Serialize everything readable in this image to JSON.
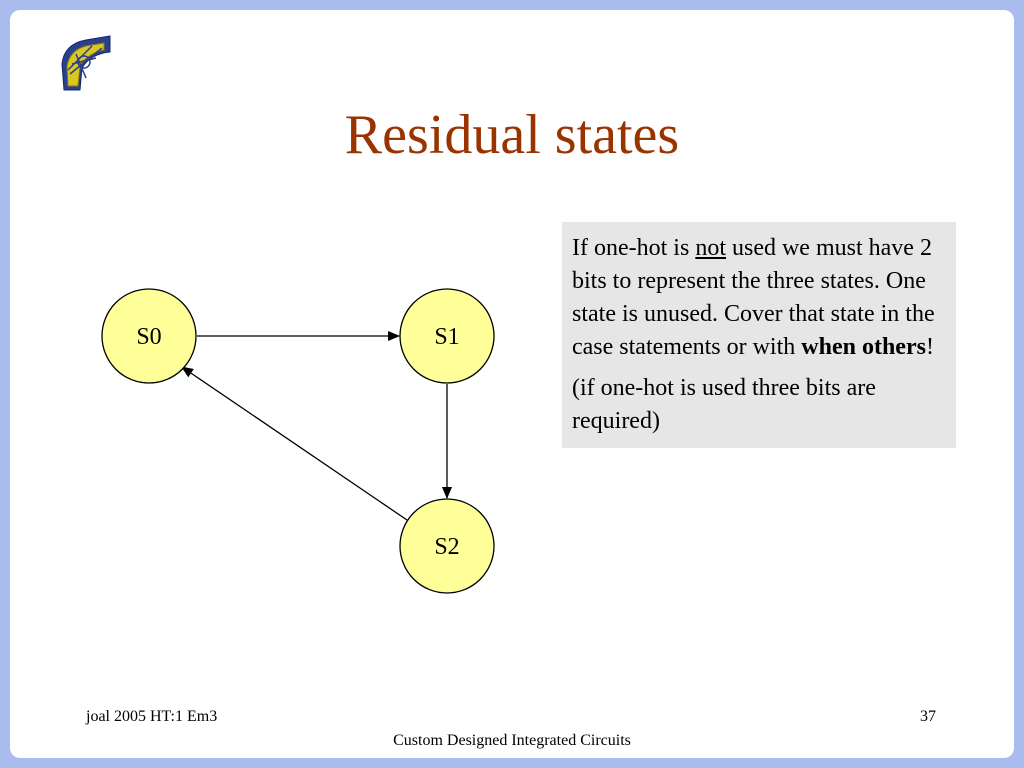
{
  "slide": {
    "title": "Residual states",
    "logo": "university-crest-icon",
    "colors": {
      "frame": "#aabbee",
      "title": "#993300",
      "state_fill": "#ffff99",
      "note_bg": "#e6e6e6"
    }
  },
  "diagram": {
    "states": [
      {
        "id": "S0",
        "label": "S0"
      },
      {
        "id": "S1",
        "label": "S1"
      },
      {
        "id": "S2",
        "label": "S2"
      }
    ],
    "transitions": [
      {
        "from": "S0",
        "to": "S1"
      },
      {
        "from": "S1",
        "to": "S2"
      },
      {
        "from": "S2",
        "to": "S0"
      }
    ]
  },
  "note": {
    "para1_part1": "If one-hot is ",
    "para1_underlined": "not",
    "para1_part2": " used we must have 2 bits to represent the three states. One state is unused. Cover that state in the case statements or with ",
    "para1_bold": "when others",
    "para1_end": "!",
    "para2": "(if one-hot is used three bits are required)"
  },
  "footer": {
    "left": "joal 2005 HT:1 Em3",
    "right": "37",
    "center": "Custom Designed Integrated Circuits"
  }
}
